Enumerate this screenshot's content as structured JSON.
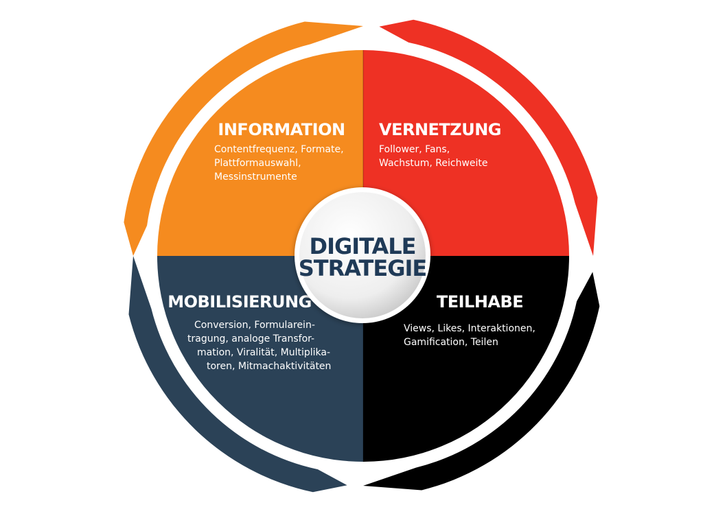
{
  "center": {
    "line1": "DIGITALE",
    "line2": "STRATEGIE"
  },
  "quadrants": {
    "information": {
      "title": "INFORMATION",
      "lines": [
        "Contentfrequenz, Formate,",
        "Plattformauswahl,",
        "Messinstrumente"
      ],
      "color": "#f58b1f"
    },
    "vernetzung": {
      "title": "VERNETZUNG",
      "lines": [
        "Follower, Fans,",
        "Wachstum, Reichweite"
      ],
      "color": "#ee3124"
    },
    "mobilisierung": {
      "title": "MOBILISIERUNG",
      "lines": [
        "Conversion, Formularein-",
        "tragung, analoge Transfor-",
        "mation, Viralität, Multiplika-",
        "toren, Mitmachaktivitäten"
      ],
      "color": "#2b4257"
    },
    "teilhabe": {
      "title": "TEILHABE",
      "lines": [
        "Views, Likes, Interaktionen,",
        "Gamification, Teilen"
      ],
      "color": "#000000"
    }
  },
  "ring_colors": {
    "top_left": "#f58b1f",
    "top_right": "#ee3124",
    "bottom_right": "#000000",
    "bottom_left": "#2b4257"
  }
}
